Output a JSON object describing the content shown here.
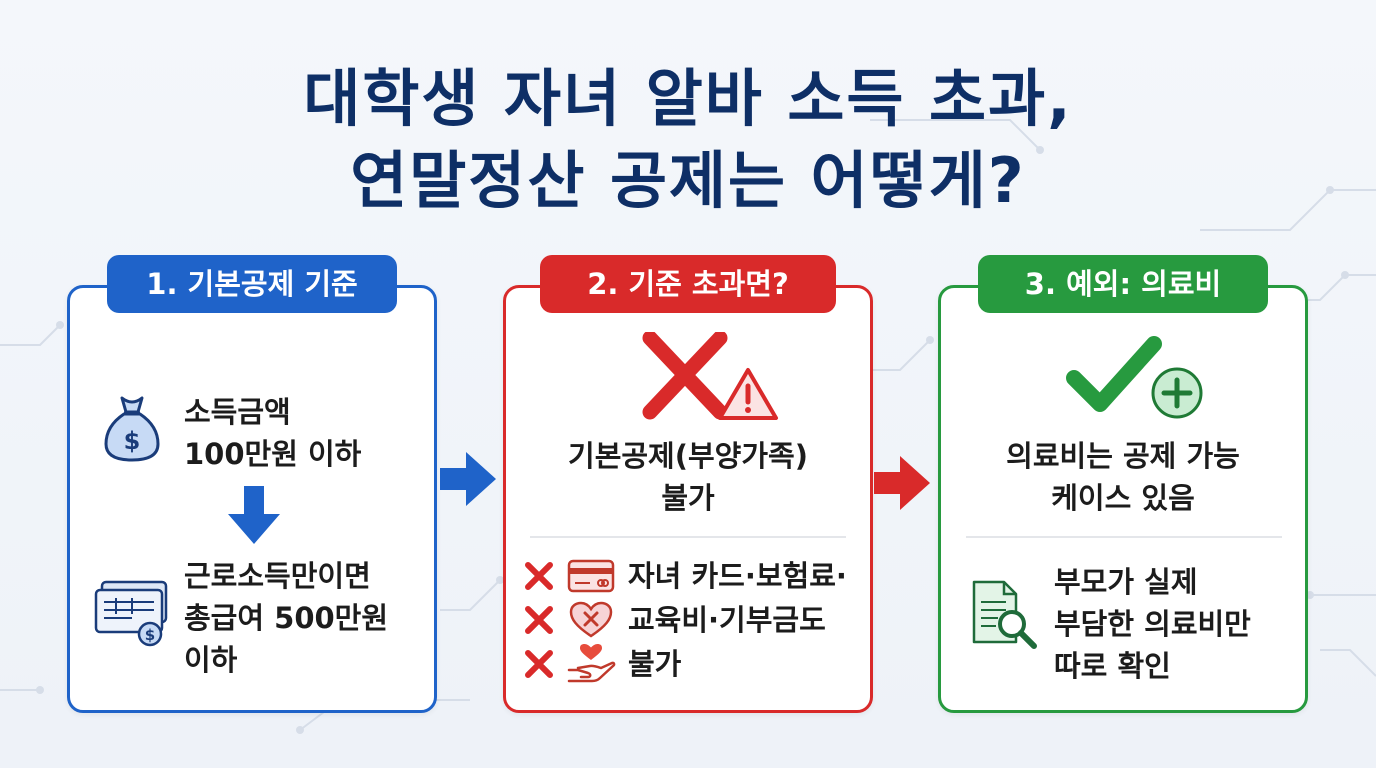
{
  "title": {
    "line1": "대학생 자녀 알바 소득 초과,",
    "line2": "연말정산 공제는 어떻게?"
  },
  "panels": [
    {
      "badge": "1. 기본공제 기준",
      "color": "#1f63c9",
      "items": [
        {
          "icon": "money-bag-icon",
          "line1": "소득금액",
          "line2": "100만원 이하"
        },
        {
          "icon": "paycheck-icon",
          "line1": "근로소득만이면",
          "line2": "총급여 500만원",
          "line3": "이하"
        }
      ]
    },
    {
      "badge": "2. 기준 초과면?",
      "color": "#d92a2a",
      "headline": {
        "line1": "기본공제(부양가족)",
        "line2": "불가"
      },
      "list": [
        {
          "icon": "credit-card-icon",
          "text": "자녀 카드·보험료·"
        },
        {
          "icon": "heart-cross-icon",
          "text": "교육비·기부금도"
        },
        {
          "icon": "donation-hand-icon",
          "text": "불가"
        }
      ]
    },
    {
      "badge": "3. 예외: 의료비",
      "color": "#279a3f",
      "headline": {
        "line1": "의료비는 공제 가능",
        "line2": "케이스 있음"
      },
      "note": {
        "line1": "부모가 실제",
        "line2": "부담한 의료비만",
        "line3": "따로 확인"
      }
    }
  ]
}
